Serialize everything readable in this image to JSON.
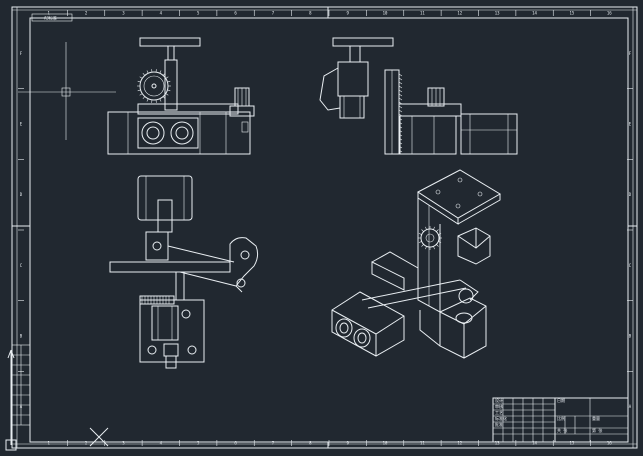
{
  "drawing": {
    "frame_tag": "A3标准",
    "top_ruler": [
      "1",
      "2",
      "3",
      "4",
      "5",
      "6",
      "7",
      "8",
      "9",
      "10",
      "11",
      "12",
      "13",
      "14",
      "15",
      "16"
    ],
    "bottom_ruler": [
      "1",
      "2",
      "3",
      "4",
      "5",
      "6",
      "7",
      "8",
      "9",
      "10",
      "11",
      "12",
      "13",
      "14",
      "15",
      "16"
    ],
    "left_ruler": [
      "F",
      "E",
      "D",
      "C",
      "B",
      "A"
    ],
    "right_ruler": [
      "F",
      "E",
      "D",
      "C",
      "B",
      "A"
    ],
    "title_block": {
      "cells": [
        "设计",
        "审核",
        "工艺",
        "标准化",
        "批准",
        "日期",
        "比例",
        "重量",
        "共 张",
        "第 张"
      ]
    }
  },
  "colors": {
    "background": "#212830",
    "line": "#e9eef2"
  },
  "icons": {
    "crosshair": "cad-crosshair-cursor",
    "ucs": "ucs-axis-icon"
  }
}
